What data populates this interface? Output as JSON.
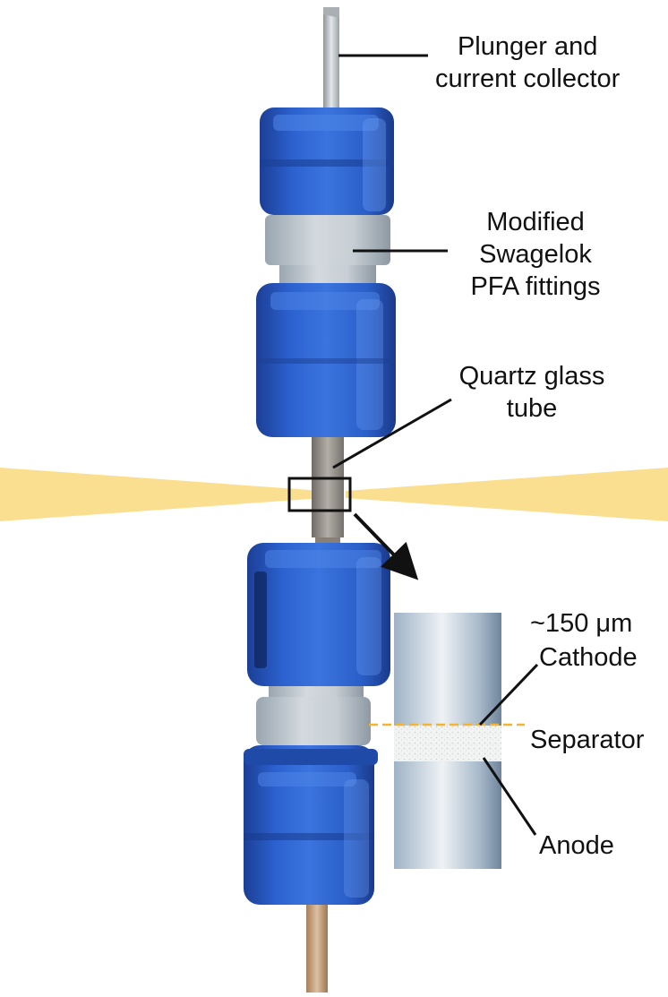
{
  "labels": {
    "plunger": {
      "line1": "Plunger and",
      "line2": "current collector"
    },
    "fittings": {
      "line1": "Modified",
      "line2": "Swagelok",
      "line3": "PFA fittings"
    },
    "tube": {
      "line1": "Quartz glass",
      "line2": "tube"
    },
    "thickness": "~150 μm",
    "cathode": "Cathode",
    "separator": "Separator",
    "anode": "Anode"
  },
  "colors": {
    "nut_blue": "#2a5ec8",
    "nut_highlight": "#5a8fe6",
    "nut_dark": "#16347a",
    "spacer_grey": "#c3cbd2",
    "beam_yellow": "#fbdf90",
    "rod_steel": "#c8cdd0",
    "tube_inner": "#8a7a6a",
    "bottom_rod": "#c9a27a",
    "separator_white": "#eef0f0",
    "callout_line": "#111111",
    "beam_dash": "#f2b531"
  },
  "icons": {
    "zoom_arrow": "arrow-down-right-icon",
    "zoom_box": "zoom-frame-icon"
  }
}
